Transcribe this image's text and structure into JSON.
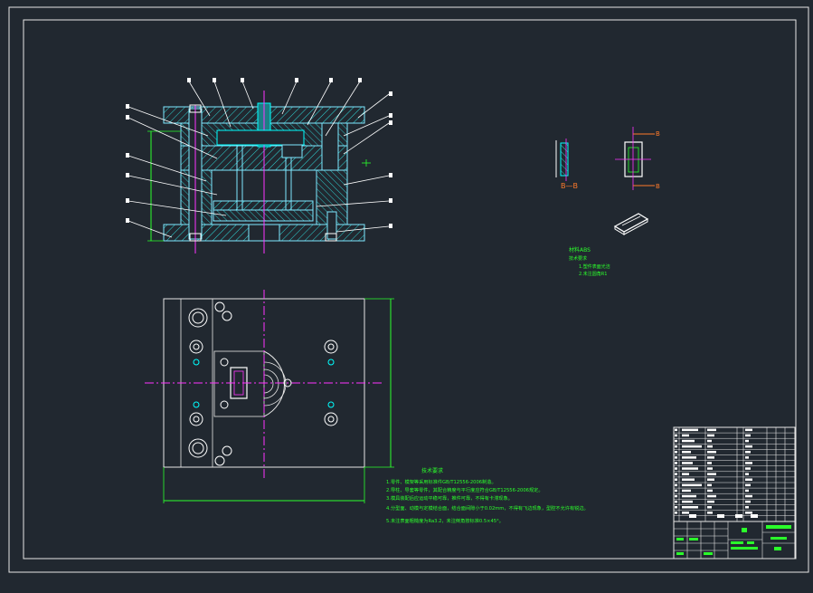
{
  "colors": {
    "background": "#212830",
    "frame": "#e6e6e6",
    "section_line": "#7fe9ff",
    "hatch": "#2fd6d6",
    "centerline": "#ff33ff",
    "dimension": "#2bff2b",
    "annotation": "#ff7a2a",
    "part": "#00ffff"
  },
  "section_labels": {
    "view": "B—B",
    "marker_top": "B",
    "marker_bottom": "B"
  },
  "material_notes": {
    "material": "材料ABS",
    "requirements": "技术要求",
    "items": [
      "1.塑件表面光洁",
      "2.未注圆角R1"
    ]
  },
  "technical_requirements": {
    "title": "技术要求",
    "items": [
      "1.零件、模架等采用标准件GB/T12556-2006制造。",
      "2.导柱、导套等零件，其配合精度与平行度应符合GB/T12556-2006规定。",
      "3.模具装配后应运动平稳可靠，推件可靠，不得有卡滞现象。",
      "4.分型面、动模与定模结合面，结合面间隙小于0.02mm，不得有飞边现象，型腔不允许有锐边。",
      "5.未注表面粗糙度为Ra3.2，未注倒角按标准0.5×45°。"
    ]
  },
  "icons": [
    "hatch-pattern",
    "screw-icon",
    "leader-balloon"
  ]
}
